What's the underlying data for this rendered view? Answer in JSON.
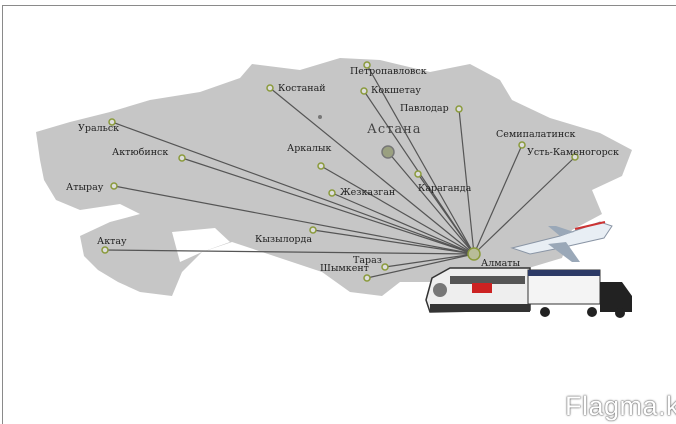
{
  "map": {
    "hub": "Алматы",
    "capital": "Астана",
    "cities": [
      {
        "name": "Уральск"
      },
      {
        "name": "Актюбинск"
      },
      {
        "name": "Атырау"
      },
      {
        "name": "Актау"
      },
      {
        "name": "Костанай"
      },
      {
        "name": "Петропавловск"
      },
      {
        "name": "Кокшетау"
      },
      {
        "name": "Павлодар"
      },
      {
        "name": "Аркалык"
      },
      {
        "name": "Жезказган"
      },
      {
        "name": "Караганда"
      },
      {
        "name": "Семипалатинск"
      },
      {
        "name": "Усть-Каменогорск"
      },
      {
        "name": "Кызылорда"
      },
      {
        "name": "Тараз"
      },
      {
        "name": "Шымкент"
      }
    ],
    "colors": {
      "land": "#c8c8c8",
      "route": "#555555",
      "marker": "#8a9a3a"
    }
  },
  "watermark": "Flagma.k"
}
